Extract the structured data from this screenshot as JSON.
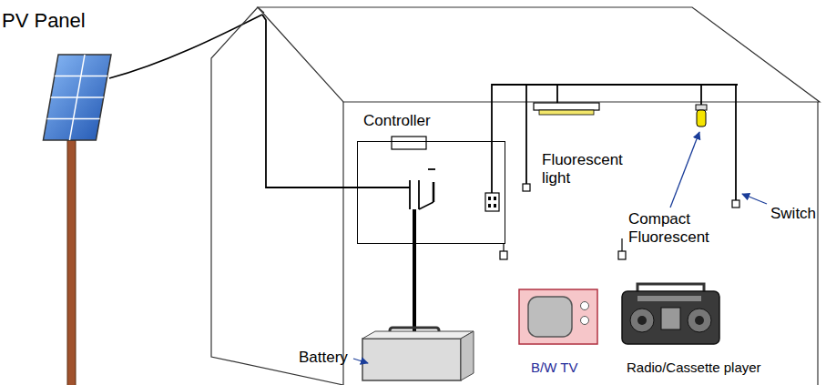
{
  "diagram": {
    "nodes": [
      {
        "text": [
          "Controller"
        ]
      }
    ],
    "labels": [
      "PV Panel",
      "Fluorescent light",
      "Compact Fluorescent",
      "Switch",
      "Battery",
      "B/W TV",
      "Radio/Cassette player"
    ]
  }
}
